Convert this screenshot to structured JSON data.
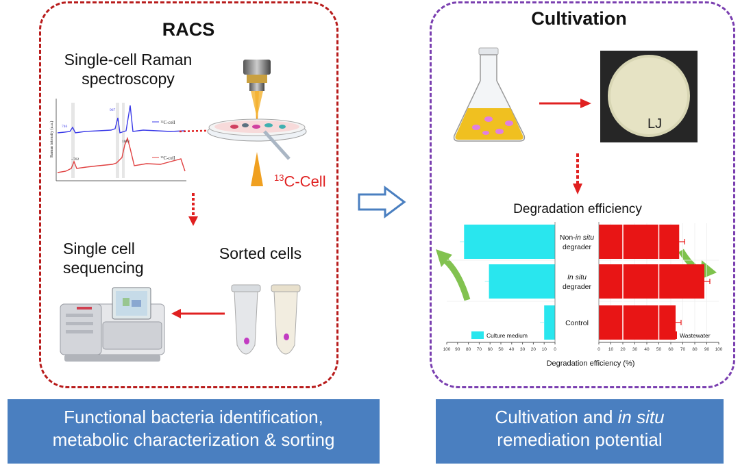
{
  "racs": {
    "title": "RACS",
    "raman_label_line1": "Single-cell Raman",
    "raman_label_line2": "spectroscopy",
    "cell_label_sup": "13",
    "cell_label": "C-Cell",
    "sequencing_line1": "Single cell",
    "sequencing_line2": "sequencing",
    "sorted_cells": "Sorted cells",
    "spectrum": {
      "ylabel": "Raman intensity (a.u.)",
      "top_legend_sup": "12",
      "top_legend": "C-cell",
      "bottom_legend_sup": "13",
      "bottom_legend": "C-cell",
      "peak_top_1": "746",
      "peak_top_2": "967",
      "peak_bottom_1": "~702",
      "peak_bottom_2": "1003"
    }
  },
  "cultivation": {
    "title": "Cultivation",
    "plate_label": "LJ",
    "chart_title": "Degradation efficiency"
  },
  "footer": {
    "left_line1": "Functional bacteria identification,",
    "left_line2": "metabolic characterization & sorting",
    "right_line1_a": "Cultivation and ",
    "right_line1_b": "in situ",
    "right_line2": "remediation potential"
  },
  "colors": {
    "racs_border": "#b81c1c",
    "cultivation_border": "#7a3fb0",
    "arrow_red": "#e02020",
    "footer_bg": "#4a7fc0",
    "culture_bar": "#29e6ee",
    "wastewater_bar": "#e81515",
    "process_arrow": "#4a7fc0"
  },
  "chart_data": {
    "type": "bar",
    "orientation": "horizontal-back-to-back",
    "categories": [
      {
        "pre": "Non-",
        "italic": "in situ",
        "post": "",
        "line2": "degrader"
      },
      {
        "pre": "",
        "italic": "In situ",
        "post": "",
        "line2": "degrader"
      },
      {
        "pre": "Control",
        "italic": "",
        "post": "",
        "line2": ""
      }
    ],
    "series": [
      {
        "name": "Culture medium",
        "color": "#29e6ee",
        "values": [
          84,
          61,
          10
        ]
      },
      {
        "name": "Wastewater",
        "color": "#e81515",
        "values": [
          67,
          88,
          64
        ]
      }
    ],
    "x_ticks_left": [
      "100",
      "90",
      "80",
      "70",
      "60",
      "50",
      "40",
      "30",
      "20",
      "10",
      "0"
    ],
    "x_ticks_right": [
      "0",
      "10",
      "20",
      "30",
      "40",
      "50",
      "60",
      "70",
      "80",
      "90",
      "100"
    ],
    "xlabel": "Degradation efficiency (%)",
    "xlim": [
      0,
      100
    ]
  }
}
